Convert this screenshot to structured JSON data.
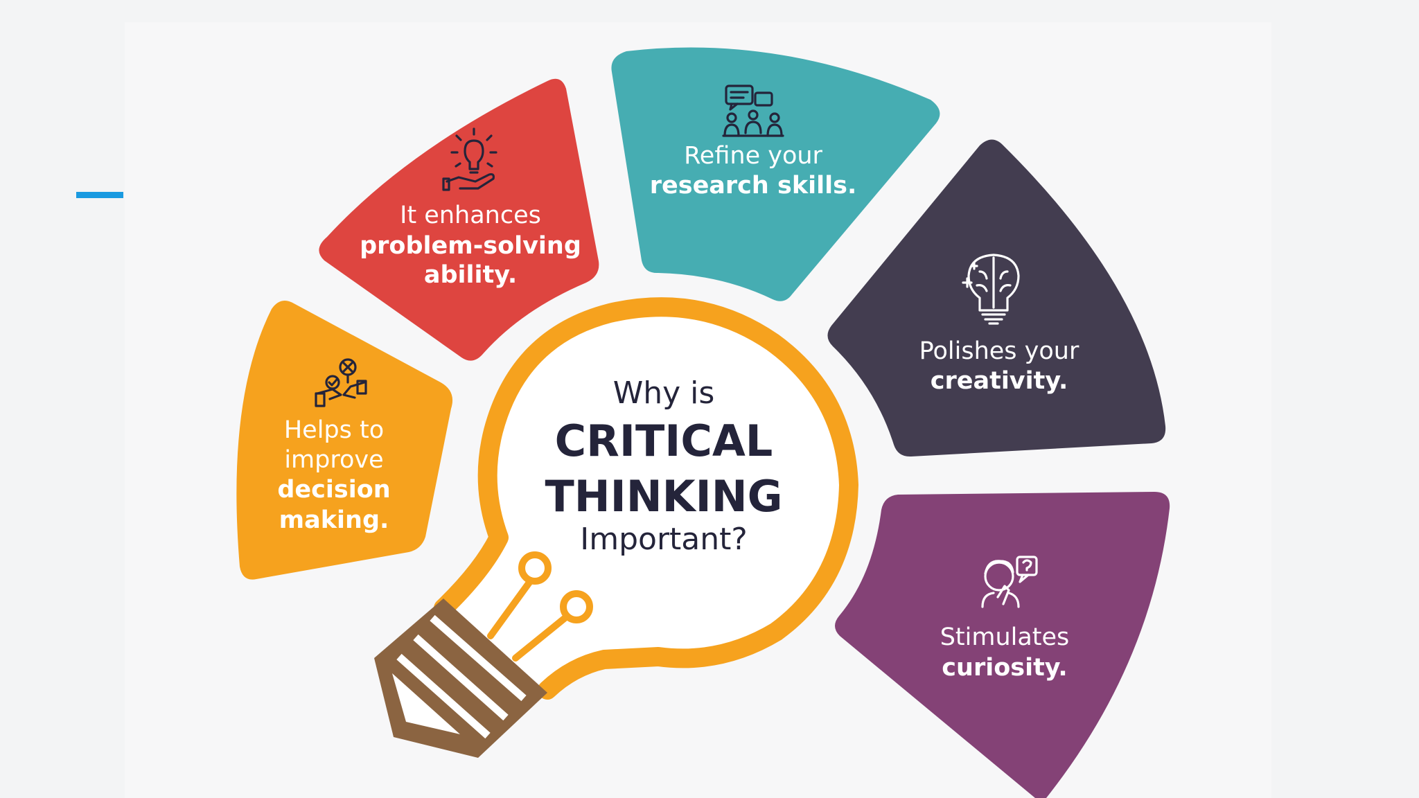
{
  "center": {
    "line1": "Why is",
    "line2": "CRITICAL",
    "line3": "THINKING",
    "line4": "Important?"
  },
  "segments": {
    "decision": {
      "line1": "Helps to",
      "line2": "improve",
      "line3": "decision",
      "line4": "making.",
      "color": "#f6a21e",
      "icon": "decision-icon"
    },
    "problem": {
      "line1": "It enhances",
      "line2": "problem-solving",
      "line3": "ability.",
      "color": "#de4540",
      "icon": "lightbulb-hand-icon"
    },
    "research": {
      "line1": "Refine your",
      "line2": "research skills.",
      "color": "#46adb2",
      "icon": "discussion-icon"
    },
    "creativity": {
      "line1": "Polishes your",
      "line2": "creativity.",
      "color": "#433d50",
      "icon": "brain-bulb-icon"
    },
    "curiosity": {
      "line1": "Stimulates",
      "line2": "curiosity.",
      "color": "#844276",
      "icon": "thinking-person-icon"
    }
  },
  "colors": {
    "bulb": "#f6a21e",
    "bulb_base": "#8b6441",
    "accent": "#1a9ae0",
    "text_dark": "#24243a"
  }
}
